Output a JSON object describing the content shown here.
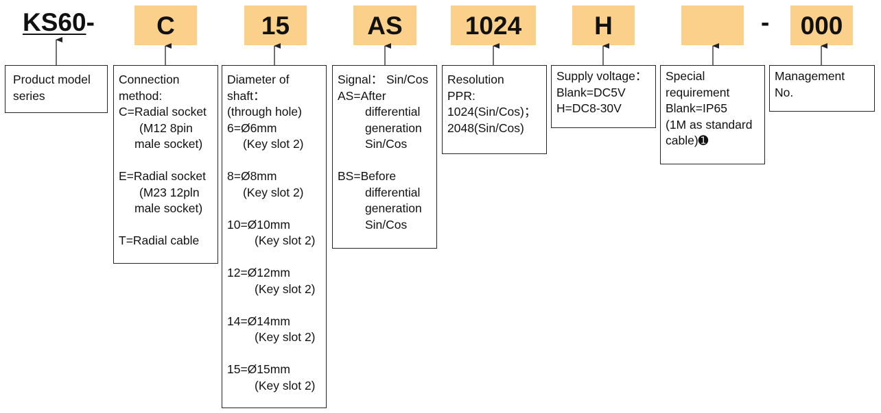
{
  "model": {
    "prefix": "KS60",
    "suffix": "-"
  },
  "codes": {
    "connection": "C",
    "shaft": "15",
    "signal": "AS",
    "resolution": "1024",
    "voltage": "H",
    "special": "",
    "separator": "-",
    "management": "000"
  },
  "colors": {
    "code_fill": "#fbd08a",
    "line": "#222222"
  },
  "descriptions": {
    "product": {
      "lines": [
        "Product model",
        "series"
      ]
    },
    "connection": {
      "title": [
        "Connection",
        "method:"
      ],
      "c": [
        "C=Radial socket",
        "(M12 8pin",
        "male socket)"
      ],
      "e": [
        "E=Radial socket",
        "(M23 12pln",
        "male socket)"
      ],
      "t": "T=Radial cable"
    },
    "shaft": {
      "title": [
        "Diameter of",
        "shaft：",
        "(through hole)"
      ],
      "options": [
        {
          "value": "6=Ø6mm",
          "note": "(Key slot 2)"
        },
        {
          "value": "8=Ø8mm",
          "note": "(Key slot 2)"
        },
        {
          "value": "10=Ø10mm",
          "note": "(Key slot 2)"
        },
        {
          "value": "12=Ø12mm",
          "note": "(Key slot 2)"
        },
        {
          "value": "14=Ø14mm",
          "note": "(Key slot 2)"
        },
        {
          "value": "15=Ø15mm",
          "note": "(Key slot 2)"
        }
      ]
    },
    "signal": {
      "title": "Signal： Sin/Cos",
      "as": [
        "AS=After",
        "differential",
        "generation",
        "Sin/Cos"
      ],
      "bs": [
        "BS=Before",
        "differential",
        "generation",
        "Sin/Cos"
      ]
    },
    "resolution": {
      "lines": [
        "Resolution",
        "PPR:",
        "1024(Sin/Cos)；",
        "2048(Sin/Cos)"
      ]
    },
    "voltage": {
      "lines": [
        "Supply voltage：",
        "Blank=DC5V",
        "H=DC8-30V"
      ]
    },
    "special": {
      "lines": [
        "Special",
        "requirement",
        "Blank=IP65",
        "(1M as standard",
        "cable)➊"
      ]
    },
    "management": {
      "lines": [
        "Management",
        "No."
      ]
    }
  }
}
